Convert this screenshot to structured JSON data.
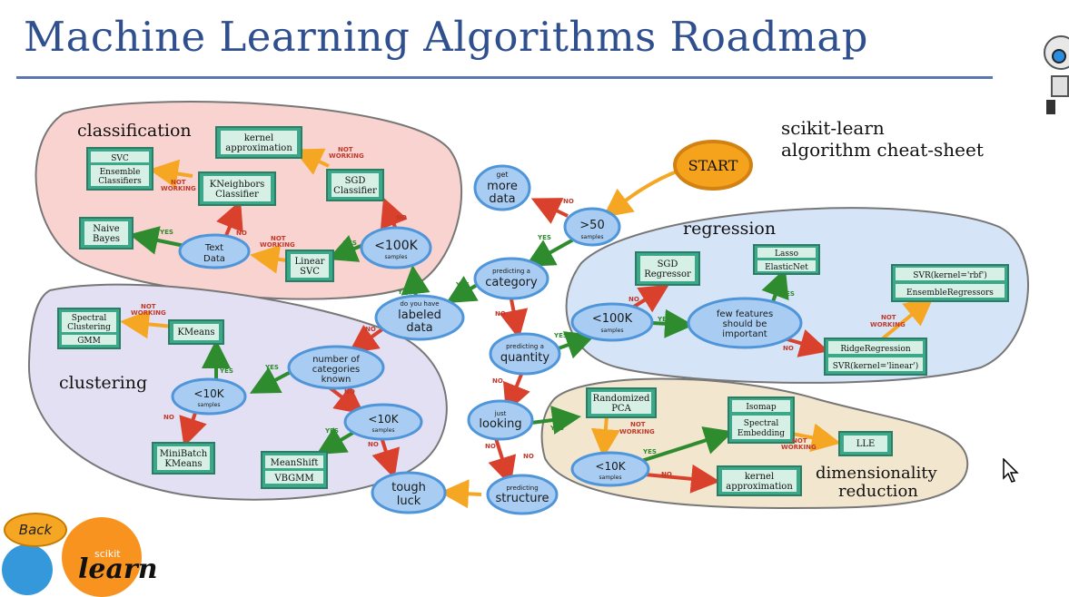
{
  "title": "Machine Learning Algorithms Roadmap",
  "cheatsheet": {
    "line1": "scikit-learn",
    "line2": "algorithm cheat-sheet"
  },
  "regions": {
    "classification": "classification",
    "clustering": "clustering",
    "regression": "regression",
    "dim_line1": "dimensionality",
    "dim_line2": "reduction"
  },
  "start": "START",
  "nodes": {
    "get_more_data": {
      "l1": "get",
      "l2": "more",
      "l3": "data"
    },
    "gt50": {
      "l1": ">50",
      "l2": "samples"
    },
    "predicting_category": {
      "l1": "predicting a",
      "l2": "category"
    },
    "labeled_data": {
      "l1": "do you have",
      "l2": "labeled",
      "l3": "data"
    },
    "predicting_quantity": {
      "l1": "predicting a",
      "l2": "quantity"
    },
    "just_looking": {
      "l1": "just",
      "l2": "looking"
    },
    "predicting_structure": {
      "l1": "predicting",
      "l2": "structure"
    },
    "tough_luck": {
      "l1": "tough",
      "l2": "luck"
    },
    "clf_100k": {
      "l1": "<100K",
      "l2": "samples"
    },
    "text_data": {
      "l1": "Text",
      "l2": "Data"
    },
    "num_categories": {
      "l1": "number of",
      "l2": "categories",
      "l3": "known"
    },
    "clu_10k_a": {
      "l1": "<10K",
      "l2": "samples"
    },
    "clu_10k_b": {
      "l1": "<10K",
      "l2": "samples"
    },
    "reg_100k": {
      "l1": "<100K",
      "l2": "samples"
    },
    "few_features": {
      "l1": "few features",
      "l2": "should be",
      "l3": "important"
    },
    "dim_10k": {
      "l1": "<10K",
      "l2": "samples"
    }
  },
  "boxes": {
    "kernel_approx_top": {
      "l1": "kernel",
      "l2": "approximation"
    },
    "svc": {
      "l1": "SVC",
      "l2": "Ensemble",
      "l3": "Classifiers"
    },
    "kneighbors": {
      "l1": "KNeighbors",
      "l2": "Classifier"
    },
    "sgd_classifier": {
      "l1": "SGD",
      "l2": "Classifier"
    },
    "naive_bayes": {
      "l1": "Naive",
      "l2": "Bayes"
    },
    "linear_svc": {
      "l1": "Linear",
      "l2": "SVC"
    },
    "spectral_clustering": {
      "l1": "Spectral",
      "l2": "Clustering",
      "l3": "GMM"
    },
    "kmeans": {
      "l1": "KMeans"
    },
    "minibatch": {
      "l1": "MiniBatch",
      "l2": "KMeans"
    },
    "meanshift": {
      "l1": "MeanShift",
      "l2": "VBGMM"
    },
    "sgd_regressor": {
      "l1": "SGD",
      "l2": "Regressor"
    },
    "lasso": {
      "l1": "Lasso",
      "l2": "ElasticNet"
    },
    "svr_rbf": {
      "l1": "SVR(kernel='rbf')",
      "l2": "EnsembleRegressors"
    },
    "ridge": {
      "l1": "RidgeRegression",
      "l2": "SVR(kernel='linear')"
    },
    "randomized_pca": {
      "l1": "Randomized",
      "l2": "PCA"
    },
    "isomap": {
      "l1": "Isomap",
      "l2": "Spectral",
      "l3": "Embedding"
    },
    "lle": {
      "l1": "LLE"
    },
    "kernel_approx_dim": {
      "l1": "kernel",
      "l2": "approximation"
    }
  },
  "edge_labels": {
    "yes": "YES",
    "no": "NO",
    "not1": "NOT",
    "not2": "WORKING"
  },
  "back_button": "Back",
  "logo": {
    "small": "scikit",
    "big": "learn"
  },
  "colors": {
    "title": "#2f4f8f",
    "classification_bg": "#f9d3cf",
    "clustering_bg": "#e3e0f3",
    "regression_bg": "#d6e4f7",
    "dimensionality_bg": "#f3e6cf",
    "node_fill": "#a9cdf2",
    "node_stroke": "#4f95d9",
    "box_fill": "#3aa889",
    "box_inner": "#d6f0e6",
    "start_fill": "#f5a21c",
    "yes_arrow": "#2e8b2e",
    "no_arrow": "#d9412c",
    "not_working_arrow": "#f5a623"
  }
}
